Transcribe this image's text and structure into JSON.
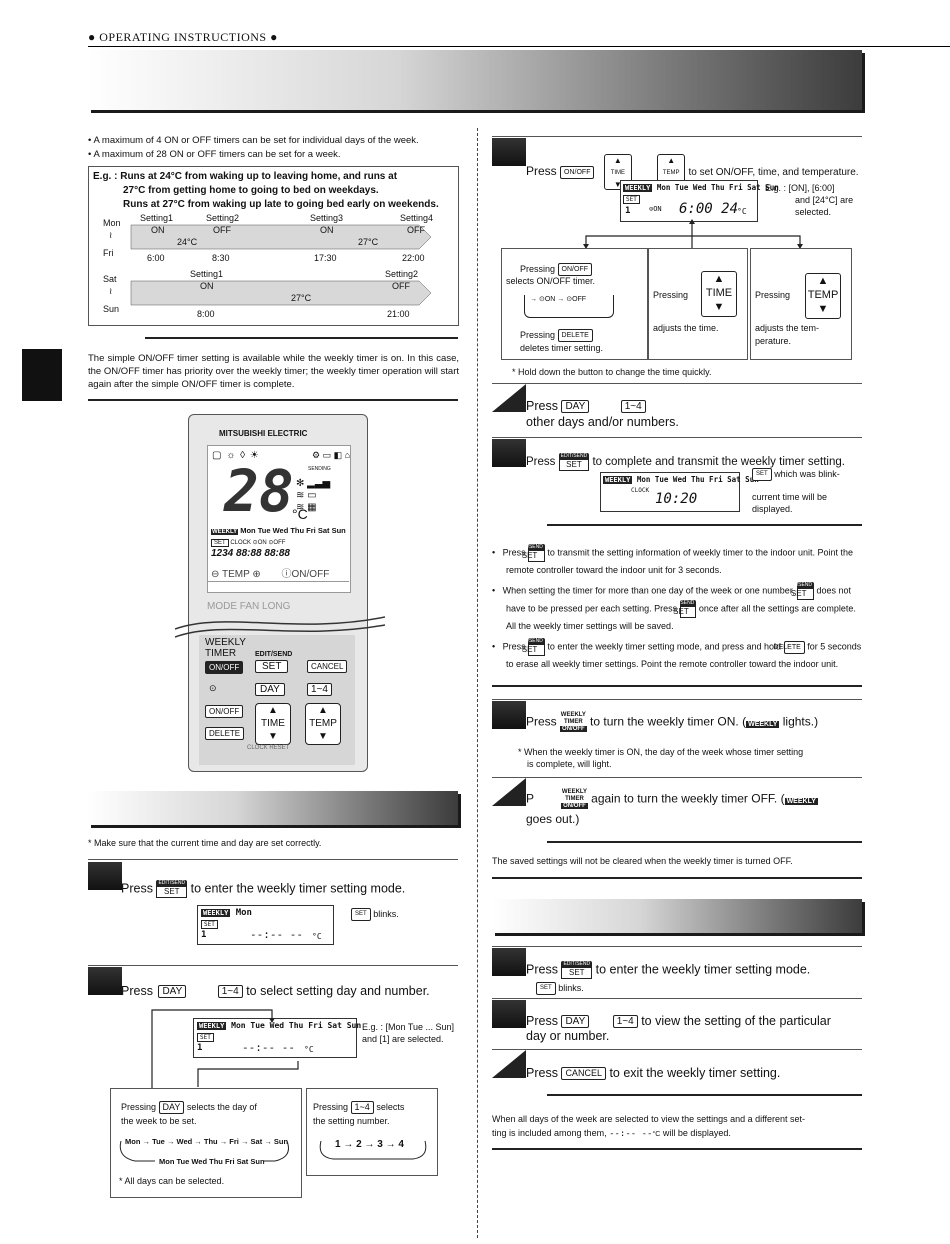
{
  "header": {
    "title": "● OPERATING INSTRUCTIONS ●"
  },
  "left": {
    "bullets": [
      "A maximum of 4 ON or OFF timers can be set for individual days of the week.",
      "A maximum of 28 ON or OFF timers can be set for a week."
    ],
    "example": {
      "line1": "E.g. : Runs at 24°C from waking up to leaving home, and runs at",
      "line2": "27°C from getting home to going to bed on weekdays.",
      "line3": "Runs at 27°C from waking up late to going bed early on weekends.",
      "weekday_label_top": "Mon",
      "weekday_tilde": "≀",
      "weekday_label_bottom": "Fri",
      "weekend_label_top": "Sat",
      "weekend_tilde": "≀",
      "weekend_label_bottom": "Sun",
      "wd_settings": [
        "Setting1",
        "Setting2",
        "Setting3",
        "Setting4"
      ],
      "wd_states": [
        "ON",
        "OFF",
        "ON",
        "OFF"
      ],
      "wd_temps": [
        "24°C",
        "27°C"
      ],
      "wd_times": [
        "6:00",
        "8:30",
        "17:30",
        "22:00"
      ],
      "we_settings": [
        "Setting1",
        "Setting2"
      ],
      "we_states": [
        "ON",
        "OFF"
      ],
      "we_temp": "27°C",
      "we_times": [
        "8:00",
        "21:00"
      ]
    },
    "simple_timer_note": "The simple ON/OFF timer setting is available while the weekly timer is on. In this case, the ON/OFF timer has priority over the weekly timer; the weekly timer operation will start again after the simple ON/OFF timer is complete.",
    "remote": {
      "brand": "MITSUBISHI ELECTRIC",
      "sending": "SENDING",
      "temp_digits": "28",
      "unit": "°C",
      "days": "Mon Tue Wed Thu Fri Sat Sun",
      "weekly": "WEEKLY",
      "set": "SET",
      "clock": "CLOCK",
      "on": "ON",
      "off": "OFF",
      "numbers": "1234",
      "time_digits": "88:88",
      "temp_label": "TEMP",
      "onoff_label": "ON/OFF",
      "mode": "MODE",
      "fan": "FAN",
      "long": "LONG",
      "weekly_timer_1": "WEEKLY",
      "weekly_timer_2": "TIMER",
      "onoff_key": "ON/OFF",
      "edit_send": "EDIT/SEND",
      "set_key": "SET",
      "cancel_key": "CANCEL",
      "day_key": "DAY",
      "num_key": "1~4",
      "onoff_small": "ON/OFF",
      "delete_key": "DELETE",
      "time_key": "TIME",
      "temp_key": "TEMP",
      "clock_label": "CLOCK",
      "reset_label": "RESET"
    },
    "check_note": "*  Make sure that the current time and day are set correctly.",
    "step1": {
      "pre": "Press",
      "post": "to enter the weekly timer setting mode.",
      "lcd_weekly": "WEEKLY",
      "lcd_day": "Mon",
      "lcd_set": "SET",
      "lcd_num": "1",
      "lcd_time": "--:-- --",
      "lcd_unit": "°C",
      "blink_key": "SET",
      "blink_text": "blinks."
    },
    "step2": {
      "pre": "Press",
      "key1": "DAY",
      "key2": "1~4",
      "post": "to select setting day and number.",
      "lcd_weekly": "WEEKLY",
      "lcd_days": "Mon Tue Wed Thu Fri Sat Sun",
      "lcd_set": "SET",
      "lcd_num": "1",
      "lcd_time": "--:-- --",
      "lcd_unit": "°C",
      "eg": "E.g. :  [Mon Tue ... Sun]",
      "eg2": "and [1] are selected."
    },
    "box_day": {
      "pre": "Pressing",
      "key": "DAY",
      "post": "selects the day of",
      "line2": "the week to be set.",
      "cycle": "Mon → Tue → Wed → Thu → Fri → Sat → Sun",
      "all": "Mon Tue Wed Thu Fri Sat Sun",
      "note": "*  All days can be selected."
    },
    "box_num": {
      "pre": "Pressing",
      "key": "1~4",
      "post": "selects",
      "line2": "the setting number.",
      "cycle": "1 → 2 → 3 → 4"
    }
  },
  "right": {
    "step3": {
      "pre": "Press",
      "key1": "ON/OFF",
      "key2": "TIME",
      "key3": "TEMP",
      "post": "to set ON/OFF, time, and temperature.",
      "lcd_weekly": "WEEKLY",
      "lcd_days": "Mon Tue Wed Thu Fri Sat Sun",
      "lcd_set": "SET",
      "lcd_num": "1",
      "lcd_on": "ON",
      "lcd_time": "6:00 24",
      "lcd_unit": "°C",
      "eg1": "E.g. :  [ON], [6:00]",
      "eg2": "and [24°C] are",
      "eg3": "selected."
    },
    "box_onoff": {
      "pre": "Pressing",
      "key": "ON/OFF",
      "line1b": "selects ON/OFF timer.",
      "on": "ON",
      "off": "OFF",
      "pre2": "Pressing",
      "key2": "DELETE",
      "line3": "deletes timer setting."
    },
    "box_time": {
      "pre": "Pressing",
      "key": "TIME",
      "line2": "adjusts the time."
    },
    "box_temp": {
      "pre": "Pressing",
      "key": "TEMP",
      "line2": "adjusts the tem-",
      "line3": "perature."
    },
    "hold_note": "*  Hold down the button to change the time quickly.",
    "step4": {
      "pre": "Press",
      "key1": "DAY",
      "key2": "1~4",
      "line2": "other days and/or numbers."
    },
    "step5": {
      "pre": "Press",
      "post": "to complete and transmit the weekly timer setting.",
      "lcd_weekly": "WEEKLY",
      "lcd_days": "Mon Tue Wed Thu Fri Sat Sun",
      "lcd_clock": "CLOCK",
      "lcd_time": "10:20",
      "note_key": "SET",
      "note1": "which was blink-",
      "note2": "current time will be",
      "note3": "displayed."
    },
    "bullets": [
      {
        "pre": "Press",
        "post": "to transmit the setting information of weekly timer to the indoor unit. Point the remote controller toward the indoor unit for 3 seconds."
      },
      {
        "pre": "When setting the timer for more than one day of the week or one number,",
        "mid": "does not have to be pressed per each setting. Press",
        "post": "once after all the settings are complete. All the weekly timer settings will be saved."
      },
      {
        "pre": "Press",
        "mid": "to enter the weekly timer setting mode, and press and hold",
        "key": "DELETE",
        "post": "for 5 seconds to erase all weekly timer settings. Point the remote controller toward the indoor unit."
      }
    ],
    "edit_send": "EDIT/SEND",
    "set": "SET",
    "step6": {
      "pre": "Press",
      "key_top": "WEEKLY",
      "key_mid": "TIMER",
      "key_bot": "ON/OFF",
      "post": "to turn the weekly timer ON. (",
      "badge": "WEEKLY",
      "post2": "lights.)",
      "note1": "*  When the weekly timer is ON, the day of the week whose timer setting",
      "note2": "is complete, will light."
    },
    "step7": {
      "pre": "P",
      "key_top": "WEEKLY",
      "key_mid": "TIMER",
      "key_bot": "ON/OFF",
      "post": "again to turn the weekly timer OFF. (",
      "badge": "WEEKLY",
      "line2": "goes out.)"
    },
    "saved_note": "The saved settings will not be cleared when the weekly timer is turned OFF.",
    "step8": {
      "pre": "Press",
      "post": "to enter the weekly timer setting mode.",
      "blink_key": "SET",
      "blink": "blinks."
    },
    "step9": {
      "pre": "Press",
      "key1": "DAY",
      "key2": "1~4",
      "post": "to view the setting of the particular",
      "line2": "day or number."
    },
    "step10": {
      "pre": "Press",
      "key": "CANCEL",
      "post": "to exit the weekly timer setting."
    },
    "final_note1": "When all days of the week are selected to view the settings and a different set-",
    "final_note2": "ting is included among them,",
    "final_time": "--:-- --",
    "final_unit": "°C",
    "final_note3": "will be displayed."
  }
}
